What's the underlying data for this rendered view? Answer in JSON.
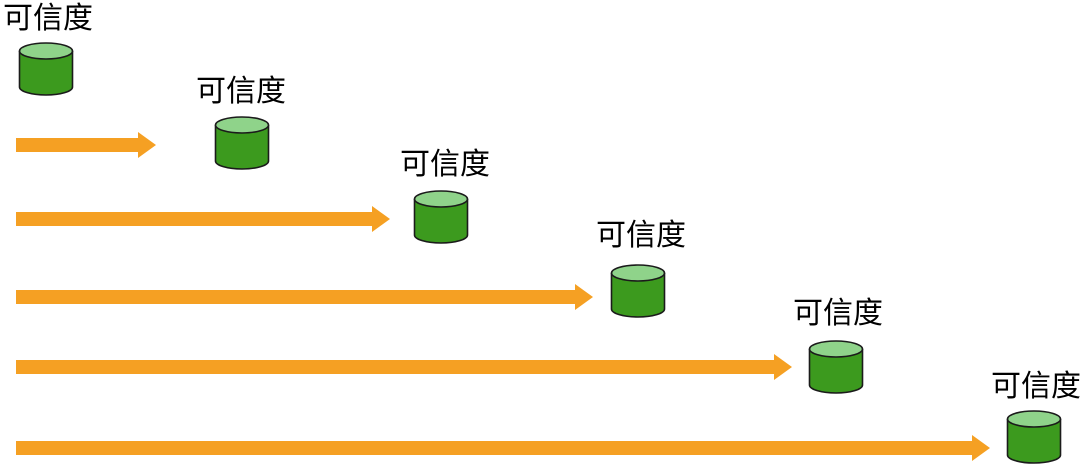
{
  "colors": {
    "arrow": "#F5A023",
    "cylinder_body": "#3C9A1E",
    "cylinder_top": "#8FD38A",
    "cylinder_outline": "#1B1B1B"
  },
  "stages": [
    {
      "label": "可信度",
      "icon": "database-cylinder-icon"
    },
    {
      "label": "可信度",
      "icon": "database-cylinder-icon"
    },
    {
      "label": "可信度",
      "icon": "database-cylinder-icon"
    },
    {
      "label": "可信度",
      "icon": "database-cylinder-icon"
    },
    {
      "label": "可信度",
      "icon": "database-cylinder-icon"
    },
    {
      "label": "可信度",
      "icon": "database-cylinder-icon"
    }
  ],
  "arrows": [
    {
      "icon": "arrow-right-icon"
    },
    {
      "icon": "arrow-right-icon"
    },
    {
      "icon": "arrow-right-icon"
    },
    {
      "icon": "arrow-right-icon"
    },
    {
      "icon": "arrow-right-icon"
    }
  ]
}
